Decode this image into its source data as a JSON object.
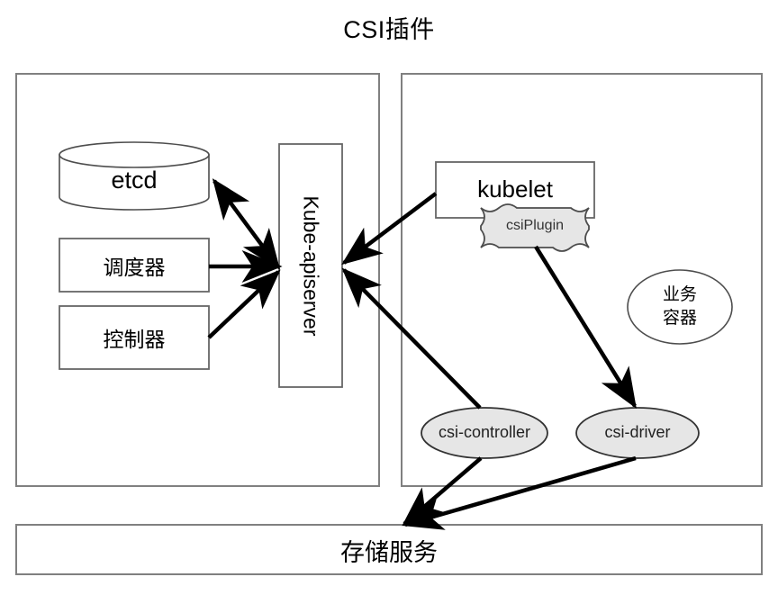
{
  "title": "CSI插件",
  "colors": {
    "container_stroke": "#808080",
    "node_stroke": "#666666",
    "shape_stroke": "#4d4d4d",
    "gray_fill": "#e6e6e6",
    "white_fill": "#ffffff",
    "arrow": "#000000",
    "text": "#000000"
  },
  "containers": {
    "control_plane": {
      "name": "control-plane-container"
    },
    "node": {
      "name": "node-container"
    }
  },
  "nodes": {
    "etcd": {
      "label": "etcd",
      "shape": "cylinder"
    },
    "scheduler": {
      "label": "调度器",
      "shape": "rect"
    },
    "controller": {
      "label": "控制器",
      "shape": "rect"
    },
    "apiserver": {
      "label": "Kube-apiserver",
      "shape": "rect-vertical-text"
    },
    "kubelet": {
      "label": "kubelet",
      "shape": "rect"
    },
    "csiplugin": {
      "label": "csiPlugin",
      "shape": "tape"
    },
    "business_container": {
      "label": "业务\n容器",
      "line1": "业务",
      "line2": "容器",
      "shape": "ellipse"
    },
    "csi_controller": {
      "label": "csi-controller",
      "shape": "ellipse"
    },
    "csi_driver": {
      "label": "csi-driver",
      "shape": "ellipse"
    },
    "storage_service": {
      "label": "存储服务",
      "shape": "rect"
    }
  },
  "edges": [
    {
      "name": "apiserver-etcd",
      "from": "apiserver",
      "to": "etcd",
      "direction": "bidirectional"
    },
    {
      "name": "scheduler-apiserver",
      "from": "scheduler",
      "to": "apiserver",
      "direction": "forward"
    },
    {
      "name": "controller-apiserver",
      "from": "controller",
      "to": "apiserver",
      "direction": "forward"
    },
    {
      "name": "kubelet-apiserver",
      "from": "kubelet",
      "to": "apiserver",
      "direction": "forward"
    },
    {
      "name": "csi-controller-apiserver",
      "from": "csi_controller",
      "to": "apiserver",
      "direction": "forward"
    },
    {
      "name": "csiplugin-csi-driver",
      "from": "csiplugin",
      "to": "csi_driver",
      "direction": "forward"
    },
    {
      "name": "csi-controller-storage",
      "from": "csi_controller",
      "to": "storage_service",
      "direction": "forward"
    },
    {
      "name": "csi-driver-storage",
      "from": "csi_driver",
      "to": "storage_service",
      "direction": "forward"
    }
  ]
}
